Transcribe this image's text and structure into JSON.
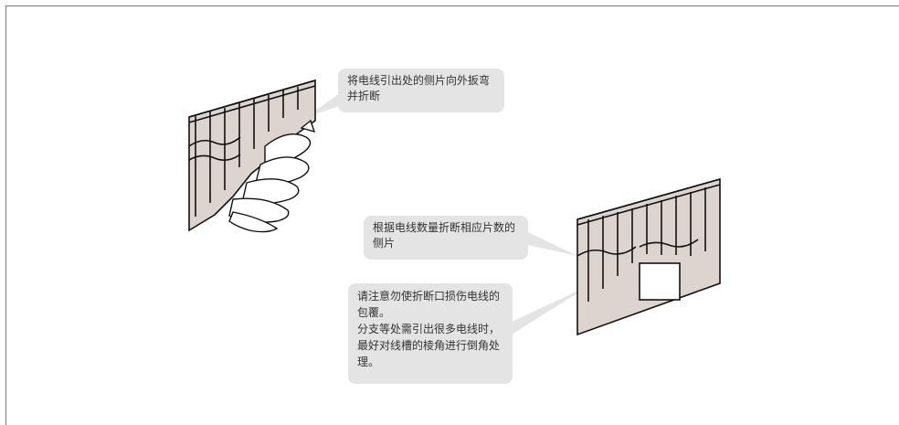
{
  "callouts": {
    "top": "将电线引出处的侧片向外扳弯并折断",
    "middle": "根据电线数量折断相应片数的侧片",
    "bottom": "请注意勿使折断口损伤电线的包覆。\n分支等处需引出很多电线时，最好对线槽的棱角进行倒角处理。"
  },
  "colors": {
    "duct_fill": "#ddd4cf",
    "callout_bg": "#e4e4e4",
    "line": "#111111"
  }
}
